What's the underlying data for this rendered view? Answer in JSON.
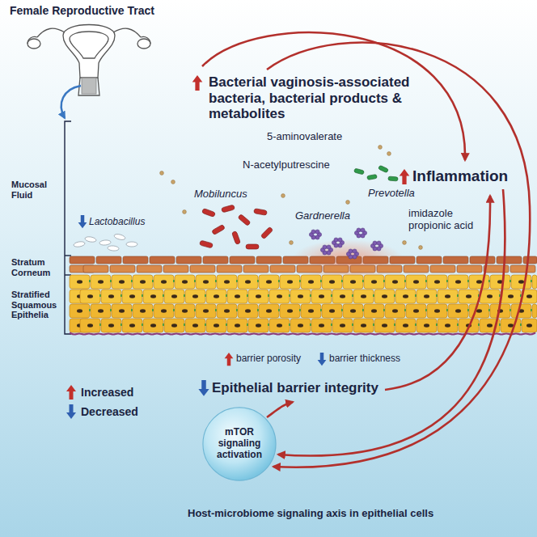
{
  "diagram": {
    "caption": "Host-microbiome signaling axis in epithelial cells",
    "nodes": [
      {
        "text": [
          "mTOR signaling activation"
        ]
      }
    ],
    "labels": [
      "Female Reproductive Tract",
      "Bacterial vaginosis-associated bacteria, bacterial products & metabolites",
      "5-aminovalerate",
      "N-acetylputrescine",
      "Inflammation",
      "Mucosal Fluid",
      "Mobiluncus",
      "Prevotella",
      "Gardnerella",
      "imidazole propionic acid",
      "Lactobacillus",
      "Stratum Corneum",
      "Stratified Squamous Epithelia",
      "barrier porosity",
      "barrier thickness",
      "Epithelial barrier integrity"
    ],
    "legend": [
      {
        "text": "Increased"
      },
      {
        "text": "Decreased"
      }
    ]
  }
}
